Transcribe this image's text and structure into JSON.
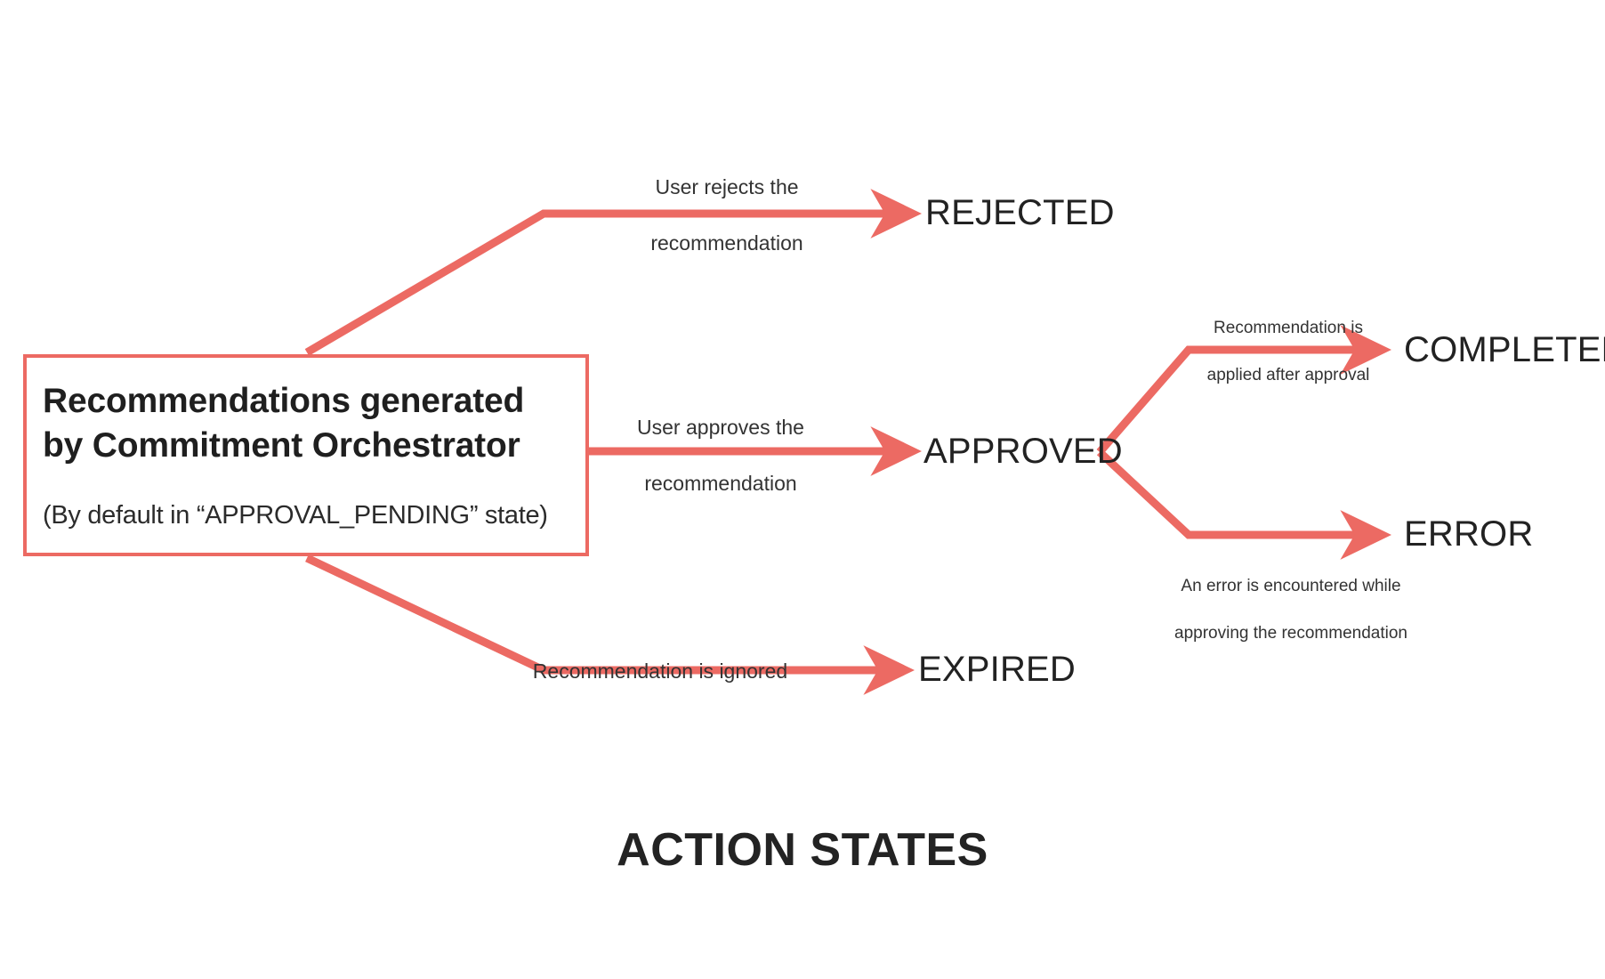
{
  "theme": {
    "arrow_color": "#EC6A63",
    "box_border_color": "#EC6A63",
    "text_color": "#222222",
    "background": "#FFFFFF"
  },
  "diagram": {
    "title": "ACTION STATES",
    "type": "state-flow",
    "source_node": {
      "name": "recommendations-source",
      "title": "Recommendations generated by Commitment Orchestrator",
      "title_line_1": "Recommendations generated",
      "title_line_2": "by Commitment Orchestrator",
      "subtitle": "(By default in “APPROVAL_PENDING” state)"
    },
    "states": [
      {
        "id": "rejected",
        "label": "REJECTED"
      },
      {
        "id": "approved",
        "label": "APPROVED"
      },
      {
        "id": "expired",
        "label": "EXPIRED"
      },
      {
        "id": "completed",
        "label": "COMPLETED"
      },
      {
        "id": "error",
        "label": "ERROR"
      }
    ],
    "transitions": [
      {
        "id": "to-rejected",
        "from": "recommendations-source",
        "to": "rejected",
        "label": "User rejects the\nrecommendation",
        "label_line_1": "User rejects the",
        "label_line_2": "recommendation"
      },
      {
        "id": "to-approved",
        "from": "recommendations-source",
        "to": "approved",
        "label": "User approves the\nrecommendation",
        "label_line_1": "User approves the",
        "label_line_2": "recommendation"
      },
      {
        "id": "to-expired",
        "from": "recommendations-source",
        "to": "expired",
        "label": "Recommendation is ignored",
        "label_line_1": "Recommendation is ignored",
        "label_line_2": ""
      },
      {
        "id": "to-completed",
        "from": "approved",
        "to": "completed",
        "label": "Recommendation is\napplied after approval",
        "label_line_1": "Recommendation is",
        "label_line_2": "applied after approval"
      },
      {
        "id": "to-error",
        "from": "approved",
        "to": "error",
        "label": "An error is encountered while\napproving the recommendation",
        "label_line_1": "An error is encountered while",
        "label_line_2": "approving the recommendation"
      }
    ]
  }
}
